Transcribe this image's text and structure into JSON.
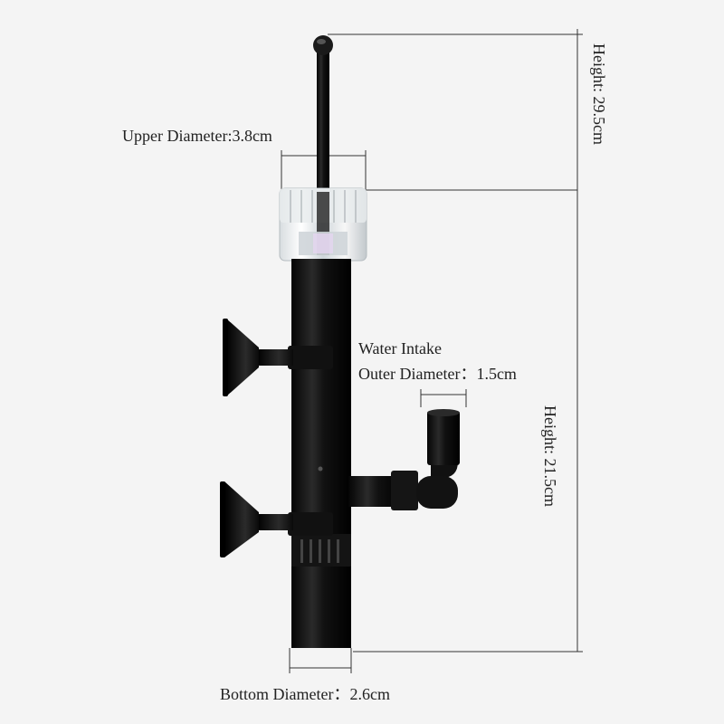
{
  "labels": {
    "upper_diameter": "Upper Diameter:3.8cm",
    "water_intake_line1": "Water Intake",
    "water_intake_line2": "Outer Diameter：1.5cm",
    "bottom_diameter": "Bottom Diameter：2.6cm",
    "total_height": "Height:  29.5cm",
    "lower_height": "Height:  21.5cm"
  },
  "colors": {
    "background": "#f4f4f4",
    "tube": "#111111",
    "dimension_line": "#333333"
  }
}
